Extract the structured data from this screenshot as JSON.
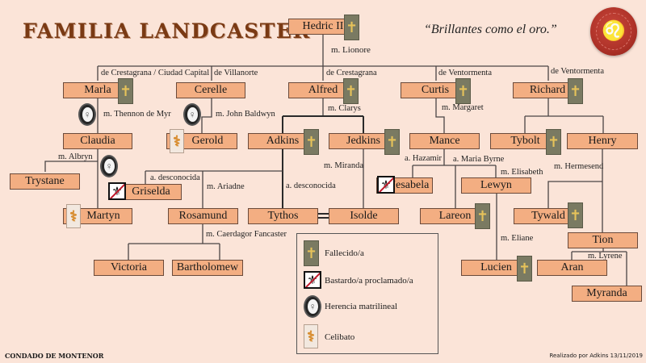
{
  "header": {
    "title": "FAMILIA LANDCASTER",
    "motto": "“Brillantes como el oro.”",
    "seal_icon": "wax-seal-lion"
  },
  "colors": {
    "background": "#fbe4d8",
    "box_fill": "#f3ae82",
    "title": "#7a3a14",
    "seal": "#b1342a"
  },
  "people": {
    "hedric": {
      "name": "Hedric II",
      "status": [
        "fallecido"
      ]
    },
    "marla": {
      "name": "Marla",
      "status": [
        "fallecido",
        "herencia-matrilineal"
      ]
    },
    "cerelle": {
      "name": "Cerelle",
      "status": [
        "herencia-matrilineal"
      ]
    },
    "alfred": {
      "name": "Alfred",
      "status": [
        "fallecido"
      ]
    },
    "curtis": {
      "name": "Curtis",
      "status": [
        "fallecido"
      ]
    },
    "richard": {
      "name": "Richard",
      "status": [
        "fallecido"
      ]
    },
    "claudia": {
      "name": "Claudia",
      "status": [
        "herencia-matrilineal"
      ]
    },
    "gerold": {
      "name": "Gerold",
      "status": [
        "celibato"
      ]
    },
    "adkins": {
      "name": "Adkins",
      "status": [
        "fallecido"
      ]
    },
    "jedkins": {
      "name": "Jedkins",
      "status": [
        "fallecido"
      ]
    },
    "mance": {
      "name": "Mance",
      "status": []
    },
    "tybolt": {
      "name": "Tybolt",
      "status": [
        "fallecido"
      ]
    },
    "henry": {
      "name": "Henry",
      "status": []
    },
    "trystane": {
      "name": "Trystane",
      "status": []
    },
    "griselda": {
      "name": "Griselda",
      "status": [
        "bastardo"
      ]
    },
    "martyn": {
      "name": "Martyn",
      "status": [
        "celibato"
      ]
    },
    "rosamund": {
      "name": "Rosamund",
      "status": []
    },
    "tythos": {
      "name": "Tythos",
      "status": []
    },
    "isolde": {
      "name": "Isolde",
      "status": []
    },
    "jesabela": {
      "name": "Jesabela",
      "status": [
        "bastardo"
      ]
    },
    "lewyn": {
      "name": "Lewyn",
      "status": []
    },
    "lareon": {
      "name": "Lareon",
      "status": [
        "fallecido"
      ]
    },
    "tywald": {
      "name": "Tywald",
      "status": [
        "fallecido"
      ]
    },
    "tion": {
      "name": "Tion",
      "status": []
    },
    "victoria": {
      "name": "Victoria",
      "status": []
    },
    "bartholomew": {
      "name": "Bartholomew",
      "status": []
    },
    "lucien": {
      "name": "Lucien",
      "status": [
        "fallecido"
      ]
    },
    "aran": {
      "name": "Aran",
      "status": []
    },
    "myranda": {
      "name": "Myranda",
      "status": []
    }
  },
  "labels": {
    "m_lionore": "m. Lionore",
    "de_crestagrana_capital": "de Crestagrana / Ciudad Capital",
    "de_villanorte": "de Villanorte",
    "de_crestagrana": "de Crestagrana",
    "de_ventormenta_1": "de Ventormenta",
    "de_ventormenta_2": "de Ventormenta",
    "m_thennon": "m. Thennon de Myr",
    "m_john": "m. John Baldwyn",
    "m_clarys": "m. Clarys",
    "m_margaret": "m. Margaret",
    "m_albryn": "m. Albryn",
    "a_desconocida_1": "a. desconocida",
    "m_ariadne": "m. Ariadne",
    "a_desconocida_2": "a. desconocida",
    "m_miranda": "m. Miranda",
    "a_hazamir": "a. Hazamir",
    "a_maria": "a. Maria Byrne",
    "m_elisabeth": "m. Elisabeth",
    "m_hermesend": "m. Hermesend",
    "m_caerdagor": "m. Caerdagor Fancaster",
    "m_eliane": "m. Eliane",
    "m_lyrene": "m. Lyrene"
  },
  "legend": {
    "items": [
      {
        "icon": "fallecido-icon",
        "label": "Fallecido/a"
      },
      {
        "icon": "bastardo-icon",
        "label": "Bastardo/a proclamado/a"
      },
      {
        "icon": "herencia-matrilineal-icon",
        "label": "Herencia matrilineal"
      },
      {
        "icon": "celibato-icon",
        "label": "Celibato"
      }
    ]
  },
  "footer": {
    "left": "CONDADO DE MONTENOR",
    "right": "Realizado por Adkins 13/11/2019"
  }
}
